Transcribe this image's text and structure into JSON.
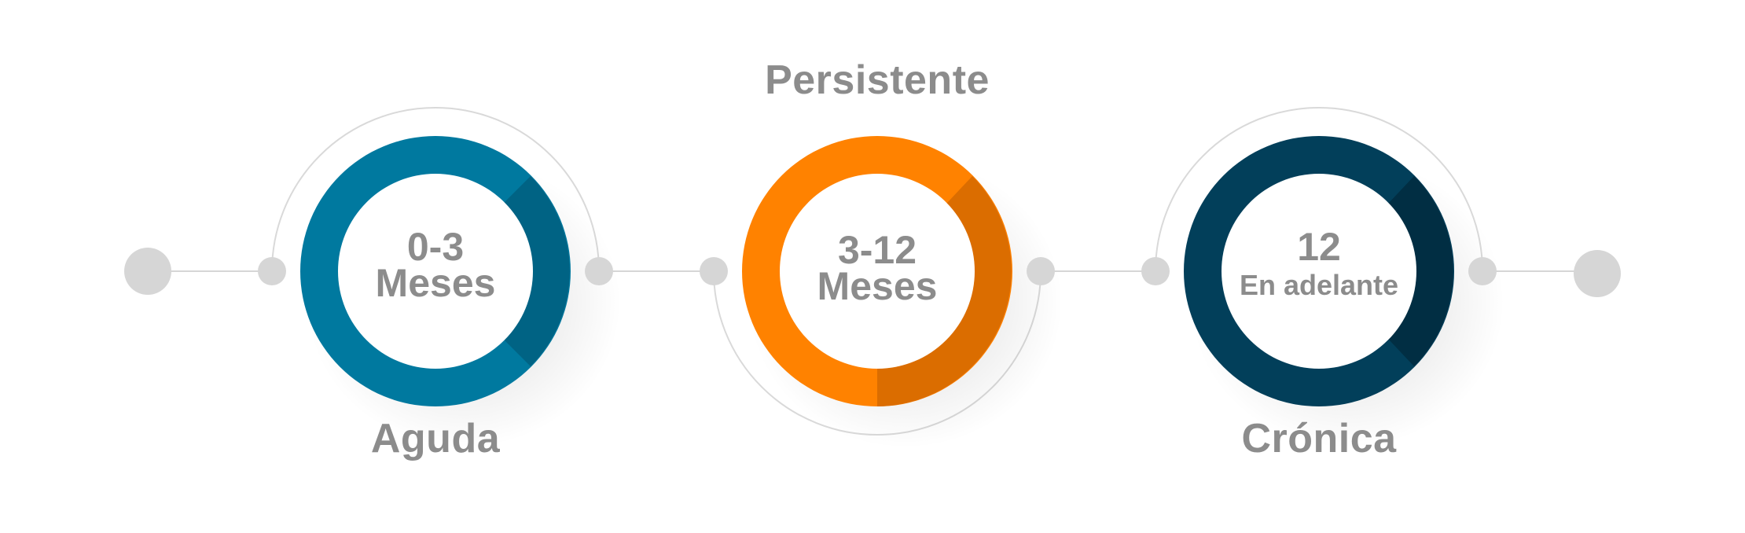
{
  "stages": [
    {
      "id": "aguda",
      "value": "0-3",
      "unit": "Meses",
      "label": "Aguda",
      "ring_color": "#00799f",
      "ring_shade": "#005f7f"
    },
    {
      "id": "persistente",
      "value": "3-12",
      "unit": "Meses",
      "label": "Persistente",
      "ring_color": "#ff8200",
      "ring_shade": "#d56a00"
    },
    {
      "id": "cronica",
      "value": "12",
      "unit": "En adelante",
      "label": "Crónica",
      "ring_color": "#023f5a",
      "ring_shade": "#012c40"
    }
  ],
  "connector_color": "#d6d6d6",
  "arc_color": "#d9d9d9",
  "text_color": "#8c8c8c"
}
